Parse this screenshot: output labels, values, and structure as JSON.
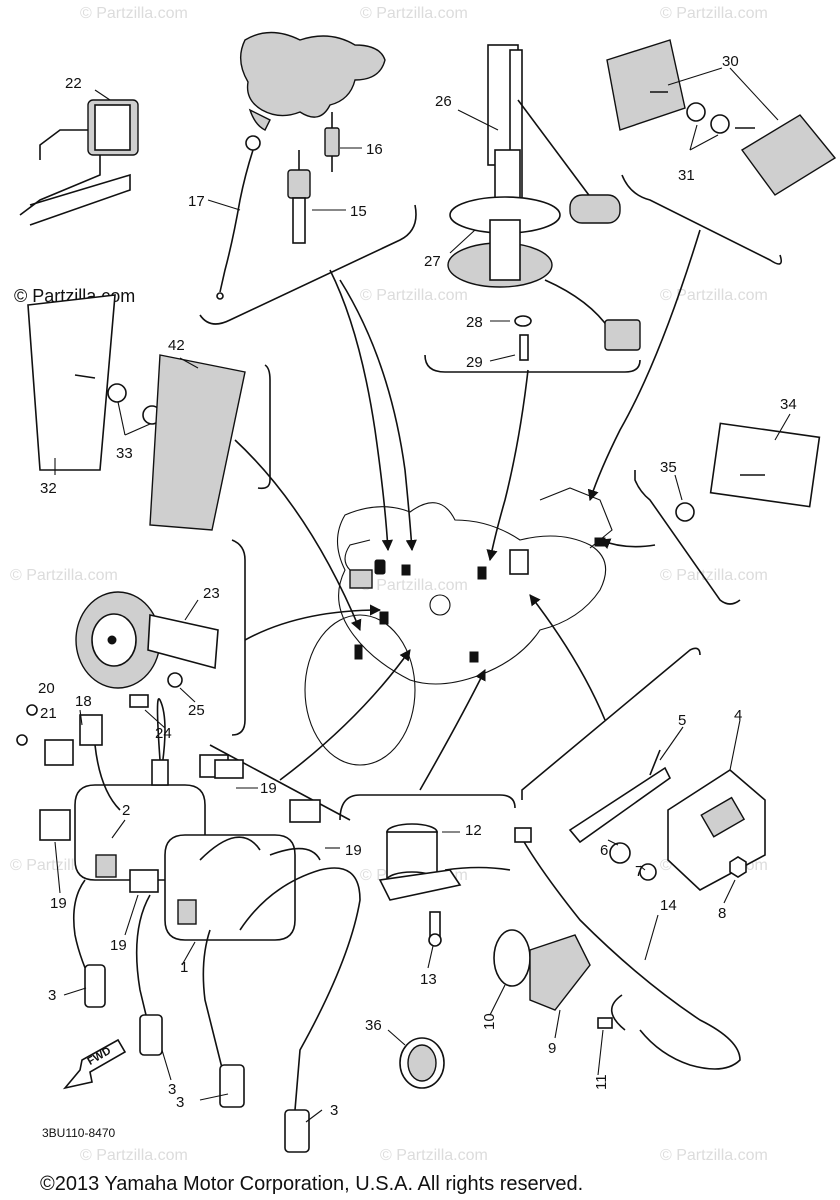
{
  "watermark": "© Partzilla.com",
  "diagram_code": "3BU110-8470",
  "copyright": "©2013 Yamaha Motor Corporation, U.S.A. All rights reserved.",
  "direction_label": "FWD",
  "callouts": {
    "c1": "1",
    "c2": "2",
    "c3a": "3",
    "c3b": "3",
    "c3c": "3",
    "c3d": "3",
    "c4": "4",
    "c5": "5",
    "c6": "6",
    "c7": "7",
    "c8": "8",
    "c9": "9",
    "c10": "10",
    "c11": "11",
    "c12": "12",
    "c13": "13",
    "c14": "14",
    "c15": "15",
    "c16": "16",
    "c17": "17",
    "c18": "18",
    "c19a": "19",
    "c19b": "19",
    "c19c": "19",
    "c19d": "19",
    "c20": "20",
    "c21": "21",
    "c22": "22",
    "c23": "23",
    "c24": "24",
    "c25": "25",
    "c26": "26",
    "c27": "27",
    "c28": "28",
    "c29": "29",
    "c30": "30",
    "c31": "31",
    "c32": "32",
    "c33": "33",
    "c34": "34",
    "c35": "35",
    "c36": "36",
    "c42": "42"
  }
}
